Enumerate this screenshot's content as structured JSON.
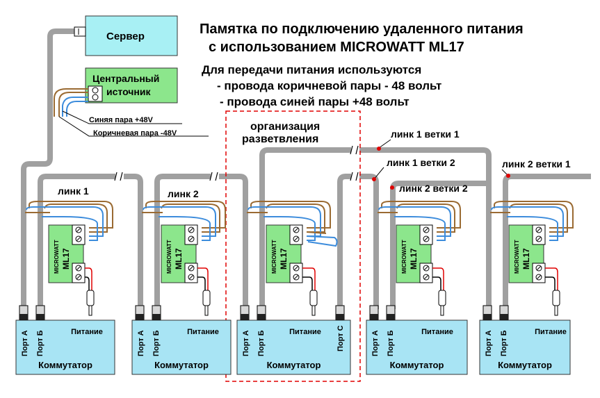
{
  "title": {
    "line1": "Памятка по подключению удаленного питания",
    "line2": "с использованием MICROWATT  ML17",
    "line3": "Для передачи питания используются",
    "line4": "- провода коричневой пары - 48 вольт",
    "line5": "- провода синей пары +48 вольт"
  },
  "server": {
    "label": "Сервер"
  },
  "central_source": {
    "line1": "Центральный",
    "line2": "источник"
  },
  "pair_labels": {
    "blue": "Синяя пара +48V",
    "brown": "Коричневая пара -48V"
  },
  "branching": {
    "line1": "организация",
    "line2": "разветвления"
  },
  "links": {
    "link1": "линк 1",
    "link2": "линк 2",
    "link1_branch1": "линк 1  ветки 1",
    "link1_branch2": "линк 1  ветки 2",
    "link2_branch2": "линк 2  ветки 2",
    "link2_branch1": "линк 2  ветки 1"
  },
  "device": {
    "brand": "MICROWATT",
    "model": "ML17"
  },
  "switch": {
    "name": "Коммутатор",
    "port_a": "Порт А",
    "port_b": "Порт Б",
    "port_c": "Порт С",
    "power": "Питание"
  },
  "colors": {
    "cable": "#a0a0a0",
    "blue_pair": "#3c8cdc",
    "brown_pair": "#9a6a32",
    "red_wire": "#e00000",
    "module": "#8ce68c",
    "switch_box": "#a8e4f4",
    "server_box": "#a8f0f4",
    "dashed_frame": "#e00000"
  }
}
